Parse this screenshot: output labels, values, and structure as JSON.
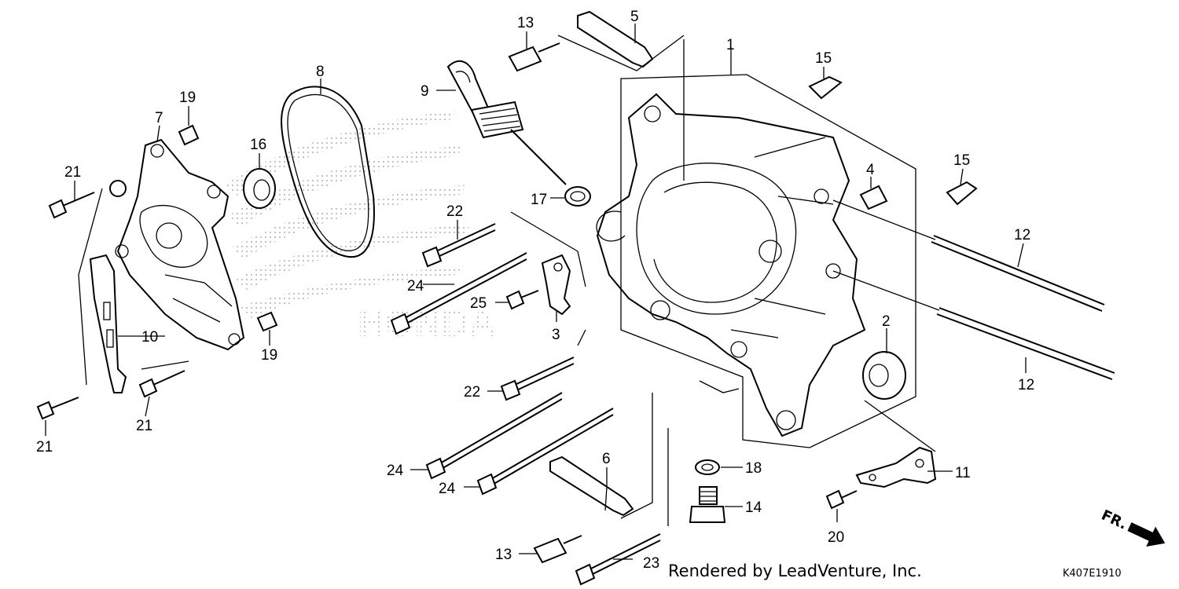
{
  "diagram": {
    "footer_credit": "Rendered by LeadVenture, Inc.",
    "diagram_code": "K407E1910",
    "direction_marker": "FR.",
    "watermark_text": "HONDA",
    "watermark_color": "#cccccc",
    "labels": {
      "p1": "1",
      "p2": "2",
      "p3": "3",
      "p4": "4",
      "p5": "5",
      "p6": "6",
      "p7": "7",
      "p8": "8",
      "p9": "9",
      "p10": "10",
      "p11": "11",
      "p12a": "12",
      "p12b": "12",
      "p13a": "13",
      "p13b": "13",
      "p14": "14",
      "p15a": "15",
      "p15b": "15",
      "p16": "16",
      "p17": "17",
      "p18": "18",
      "p19a": "19",
      "p19b": "19",
      "p20": "20",
      "p21a": "21",
      "p21b": "21",
      "p21c": "21",
      "p22a": "22",
      "p22b": "22",
      "p23": "23",
      "p24a": "24",
      "p24b": "24",
      "p24c": "24",
      "p25": "25"
    }
  }
}
